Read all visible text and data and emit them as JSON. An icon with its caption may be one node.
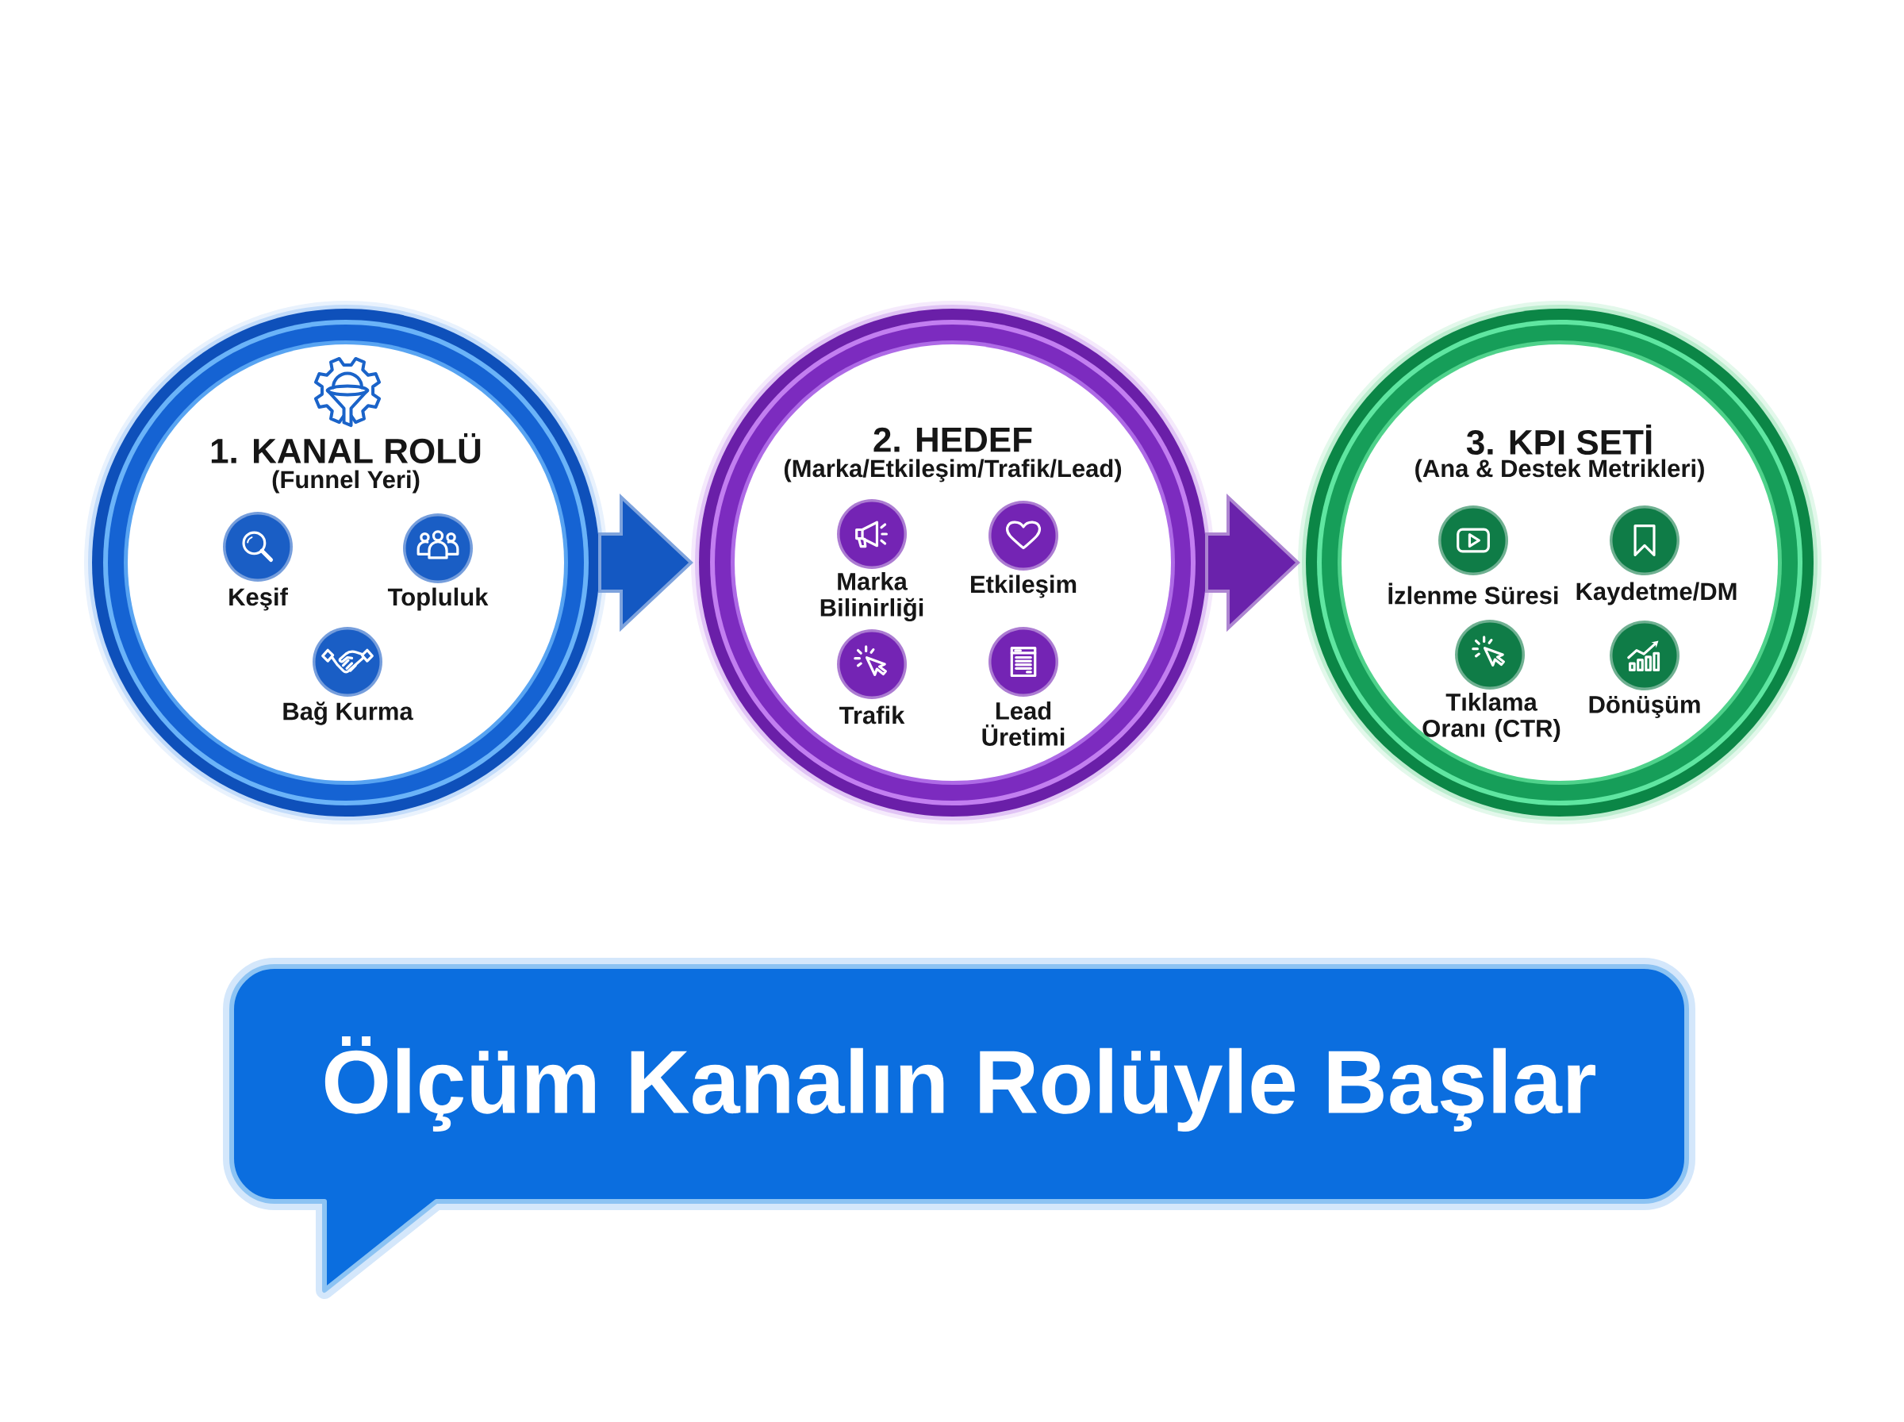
{
  "diagram": {
    "nodes": [
      {
        "text": [
          "1. KANAL ROLÜ",
          "(Funnel Yeri)"
        ]
      },
      {
        "text": [
          "Keşif"
        ],
        "in": 0
      },
      {
        "text": [
          "Topluluk"
        ],
        "in": 0
      },
      {
        "text": [
          "Bağ Kurma"
        ],
        "in": 0
      },
      {
        "text": [
          "2. HEDEF",
          "(Marka/Etkileşim/Trafik/Lead)"
        ]
      },
      {
        "text": [
          "Marka Bilinirliği"
        ],
        "in": 4
      },
      {
        "text": [
          "Etkileşim"
        ],
        "in": 4
      },
      {
        "text": [
          "Trafik"
        ],
        "in": 4
      },
      {
        "text": [
          "Lead Üretimi"
        ],
        "in": 4
      },
      {
        "text": [
          "3. KPI SETİ",
          "(Ana & Destek Metrikleri)"
        ]
      },
      {
        "text": [
          "İzlenme Süresi"
        ],
        "in": 9
      },
      {
        "text": [
          "Kaydetme/DM"
        ],
        "in": 9
      },
      {
        "text": [
          "Tıklama Oranı (CTR)"
        ],
        "in": 9
      },
      {
        "text": [
          "Dönüşüm"
        ],
        "in": 9
      },
      {
        "text": [
          "Ölçüm Kanalın Rolüyle Başlar"
        ]
      }
    ],
    "edges": [
      {
        "from": 0,
        "to": 4,
        "arrow": "to",
        "color": "#1458c2"
      },
      {
        "from": 4,
        "to": 9,
        "arrow": "to",
        "color": "#6a22ab"
      }
    ]
  }
}
